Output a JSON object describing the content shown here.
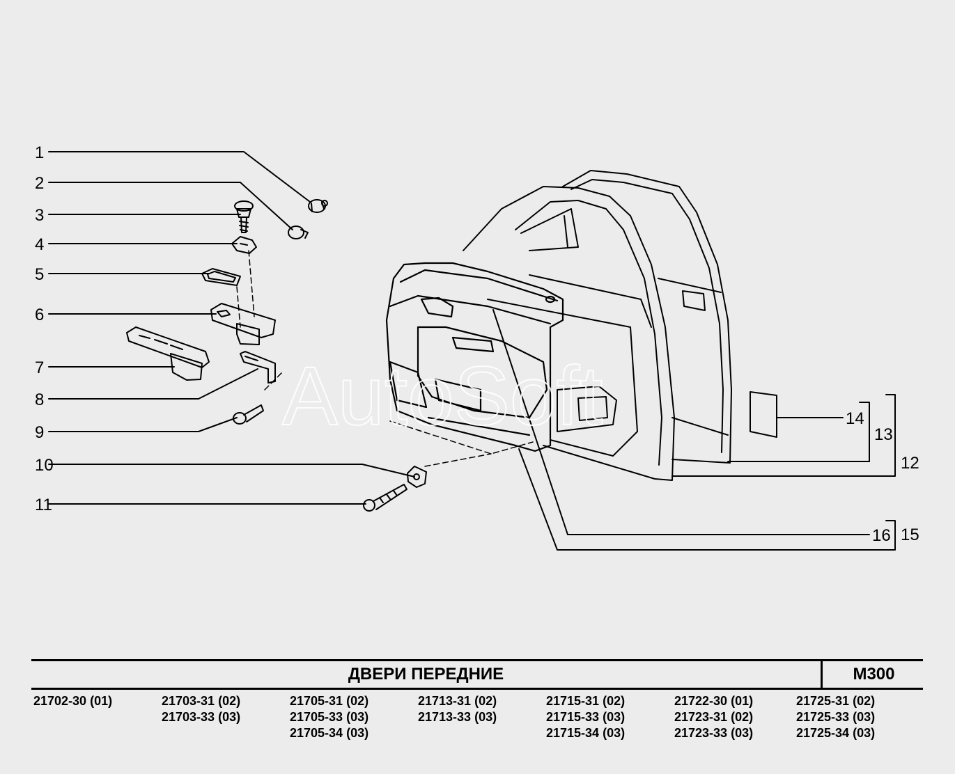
{
  "callouts": [
    "1",
    "2",
    "3",
    "4",
    "5",
    "6",
    "7",
    "8",
    "9",
    "10",
    "11",
    "12",
    "13",
    "14",
    "15",
    "16"
  ],
  "watermark": "AutoSoft",
  "title": "ДВЕРИ   ПЕРЕДНИЕ",
  "code": "M300",
  "models": [
    [
      "21702-30 (01)"
    ],
    [
      "21703-31 (02)",
      "21703-33 (03)"
    ],
    [
      "21705-31 (02)",
      "21705-33 (03)",
      "21705-34 (03)"
    ],
    [
      "21713-31 (02)",
      "21713-33 (03)"
    ],
    [
      "21715-31 (02)",
      "21715-33 (03)",
      "21715-34 (03)"
    ],
    [
      "21722-30 (01)",
      "21723-31 (02)",
      "21723-33 (03)"
    ],
    [
      "21725-31 (02)",
      "21725-33 (03)",
      "21725-34 (03)"
    ]
  ]
}
